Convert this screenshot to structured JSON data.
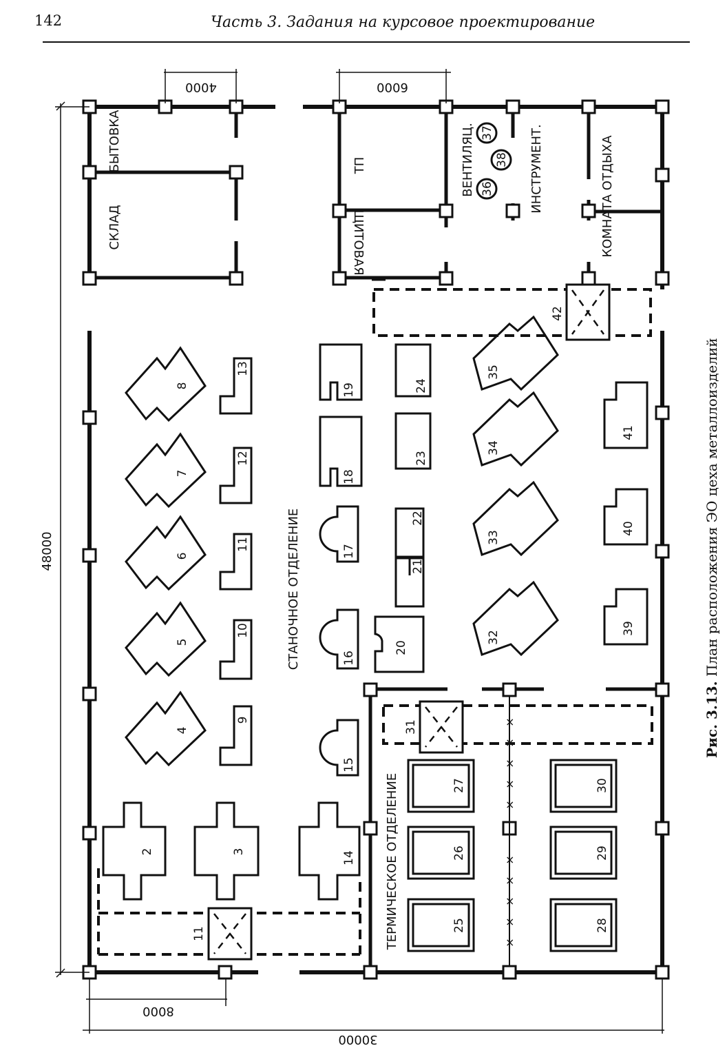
{
  "header": {
    "page_number": "142",
    "title": "Часть 3. Задания на курсовое проектирование"
  },
  "caption": {
    "label": "Рис. 3.13.",
    "text": "План расположения ЭО цеха металлоизделий"
  },
  "dimensions": {
    "overall_width": "48000",
    "overall_height": "30000",
    "bay_left": "8000",
    "span_small": "4000",
    "span_room": "6000"
  },
  "rooms": {
    "sklad": "СКЛАД",
    "bytovka": "БЫТОВКА",
    "tp": "ТП",
    "shchitovaya": "ЩИТОВАЯ",
    "ventilyats": "ВЕНТИЛЯЦ.",
    "instrument": "ИНСТРУМЕНТ.",
    "komnata_otdykha": "КОМНАТА ОТДЫХА",
    "stanochnoe": "СТАНОЧНОЕ ОТДЕЛЕНИЕ",
    "termicheskoe": "ТЕРМИЧЕСКОЕ ОТДЕЛЕНИЕ"
  },
  "equipment": [
    "2",
    "3",
    "4",
    "5",
    "6",
    "7",
    "8",
    "9",
    "10",
    "11",
    "12",
    "13",
    "14",
    "15",
    "16",
    "17",
    "18",
    "19",
    "20",
    "21",
    "22",
    "23",
    "24",
    "25",
    "26",
    "27",
    "28",
    "29",
    "30",
    "31",
    "32",
    "33",
    "34",
    "35",
    "36",
    "37",
    "38",
    "39",
    "40",
    "41",
    "42"
  ],
  "crane_label": "11"
}
